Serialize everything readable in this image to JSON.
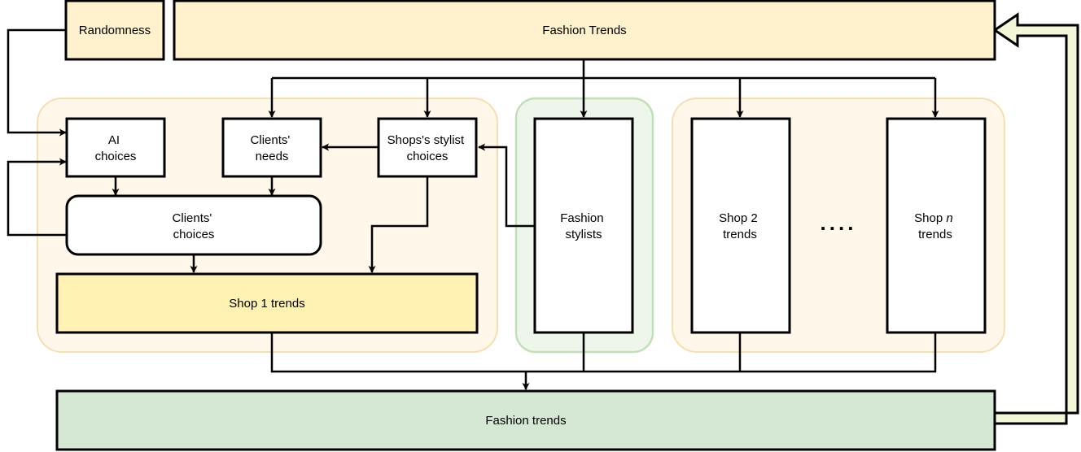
{
  "nodes": {
    "randomness": {
      "label": "Randomness"
    },
    "fashion_trends_top": {
      "label": "Fashion Trends"
    },
    "ai_choices": {
      "line1": "AI",
      "line2": "choices"
    },
    "clients_needs": {
      "line1": "Clients'",
      "line2": "needs"
    },
    "shops_stylist_choices": {
      "line1": "Shops's stylist",
      "line2": "choices"
    },
    "clients_choices": {
      "line1": "Clients'",
      "line2": "choices"
    },
    "shop1_trends": {
      "label": "Shop 1 trends"
    },
    "fashion_stylists": {
      "line1": "Fashion",
      "line2": "stylists"
    },
    "shop2_trends": {
      "line1": "Shop 2",
      "line2": "trends"
    },
    "ellipsis": {
      "label": "...."
    },
    "shopn_trends": {
      "line1_prefix": "Shop ",
      "line1_var": "n",
      "line2": "trends"
    },
    "fashion_trends_bottom": {
      "label": "Fashion trends"
    }
  },
  "colors": {
    "trend_yellow": "#fff2cc",
    "shop1_yellow": "#fff2b3",
    "group_yellow_fill": "#fff8ea",
    "group_yellow_stroke": "#f5dfb0",
    "group_green_fill": "#eef6ec",
    "group_green_stroke": "#c2e0b8",
    "bottom_green": "#d5e8d4",
    "feedback_arrow_fill": "#f3f6d7"
  }
}
